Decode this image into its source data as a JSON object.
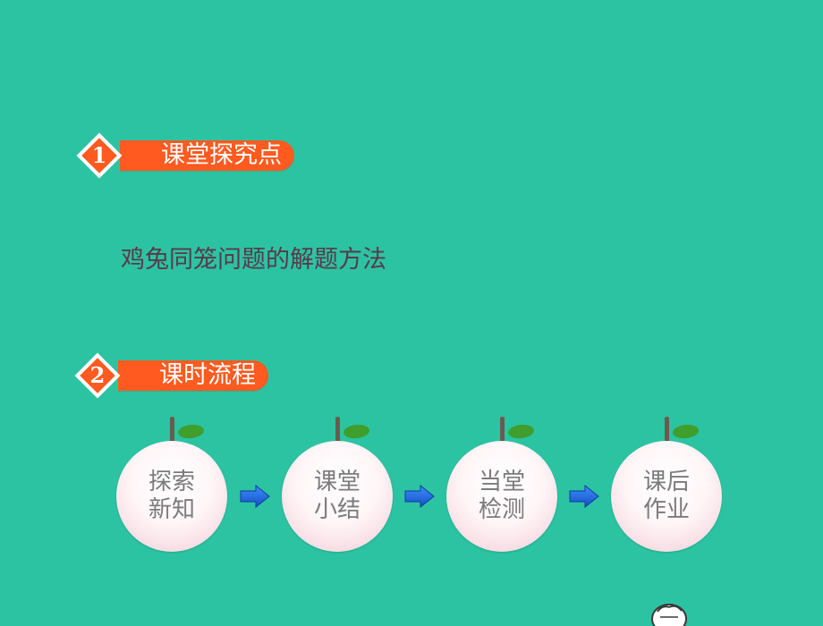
{
  "sections": [
    {
      "number": "1",
      "title": "课堂探究点"
    },
    {
      "number": "2",
      "title": "课时流程"
    }
  ],
  "topic": "鸡兔同笼问题的解题方法",
  "steps": [
    {
      "line1": "探索",
      "line2": "新知"
    },
    {
      "line1": "课堂",
      "line2": "小结"
    },
    {
      "line1": "当堂",
      "line2": "检测"
    },
    {
      "line1": "课后",
      "line2": "作业"
    }
  ],
  "colors": {
    "background": "#2cc3a3",
    "accent": "#ff5a1f",
    "arrow": "#1e6fe0",
    "text_topic": "#5a3a4a",
    "text_step": "#7b7b7b",
    "leaf": "#3f9e2c"
  },
  "icons": {
    "arrow": "arrow-right-icon",
    "mascot": "cartoon-face-icon"
  }
}
